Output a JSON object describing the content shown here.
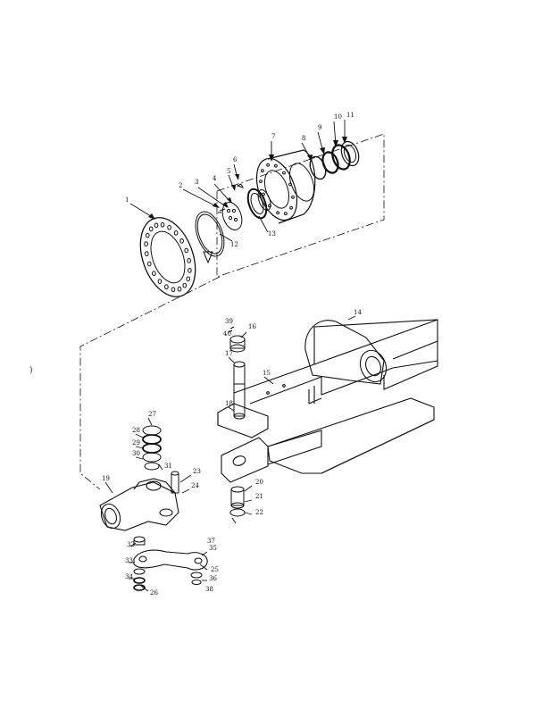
{
  "figure": {
    "item_numbers": [
      "1",
      "2",
      "3",
      "4",
      "5",
      "6",
      "7",
      "8",
      "9",
      "10",
      "11",
      "12",
      "13",
      "14",
      "15",
      "16",
      "17",
      "18",
      "19",
      "20",
      "21",
      "22",
      "23",
      "24",
      "25",
      "26",
      "27",
      "28",
      "29",
      "30",
      "31",
      "32",
      "33",
      "34",
      "35",
      "36",
      "37",
      "38",
      "39",
      "40"
    ],
    "left_margin_mark": ")"
  },
  "colors": {
    "ink": "#111111",
    "paper": "#ffffff"
  }
}
